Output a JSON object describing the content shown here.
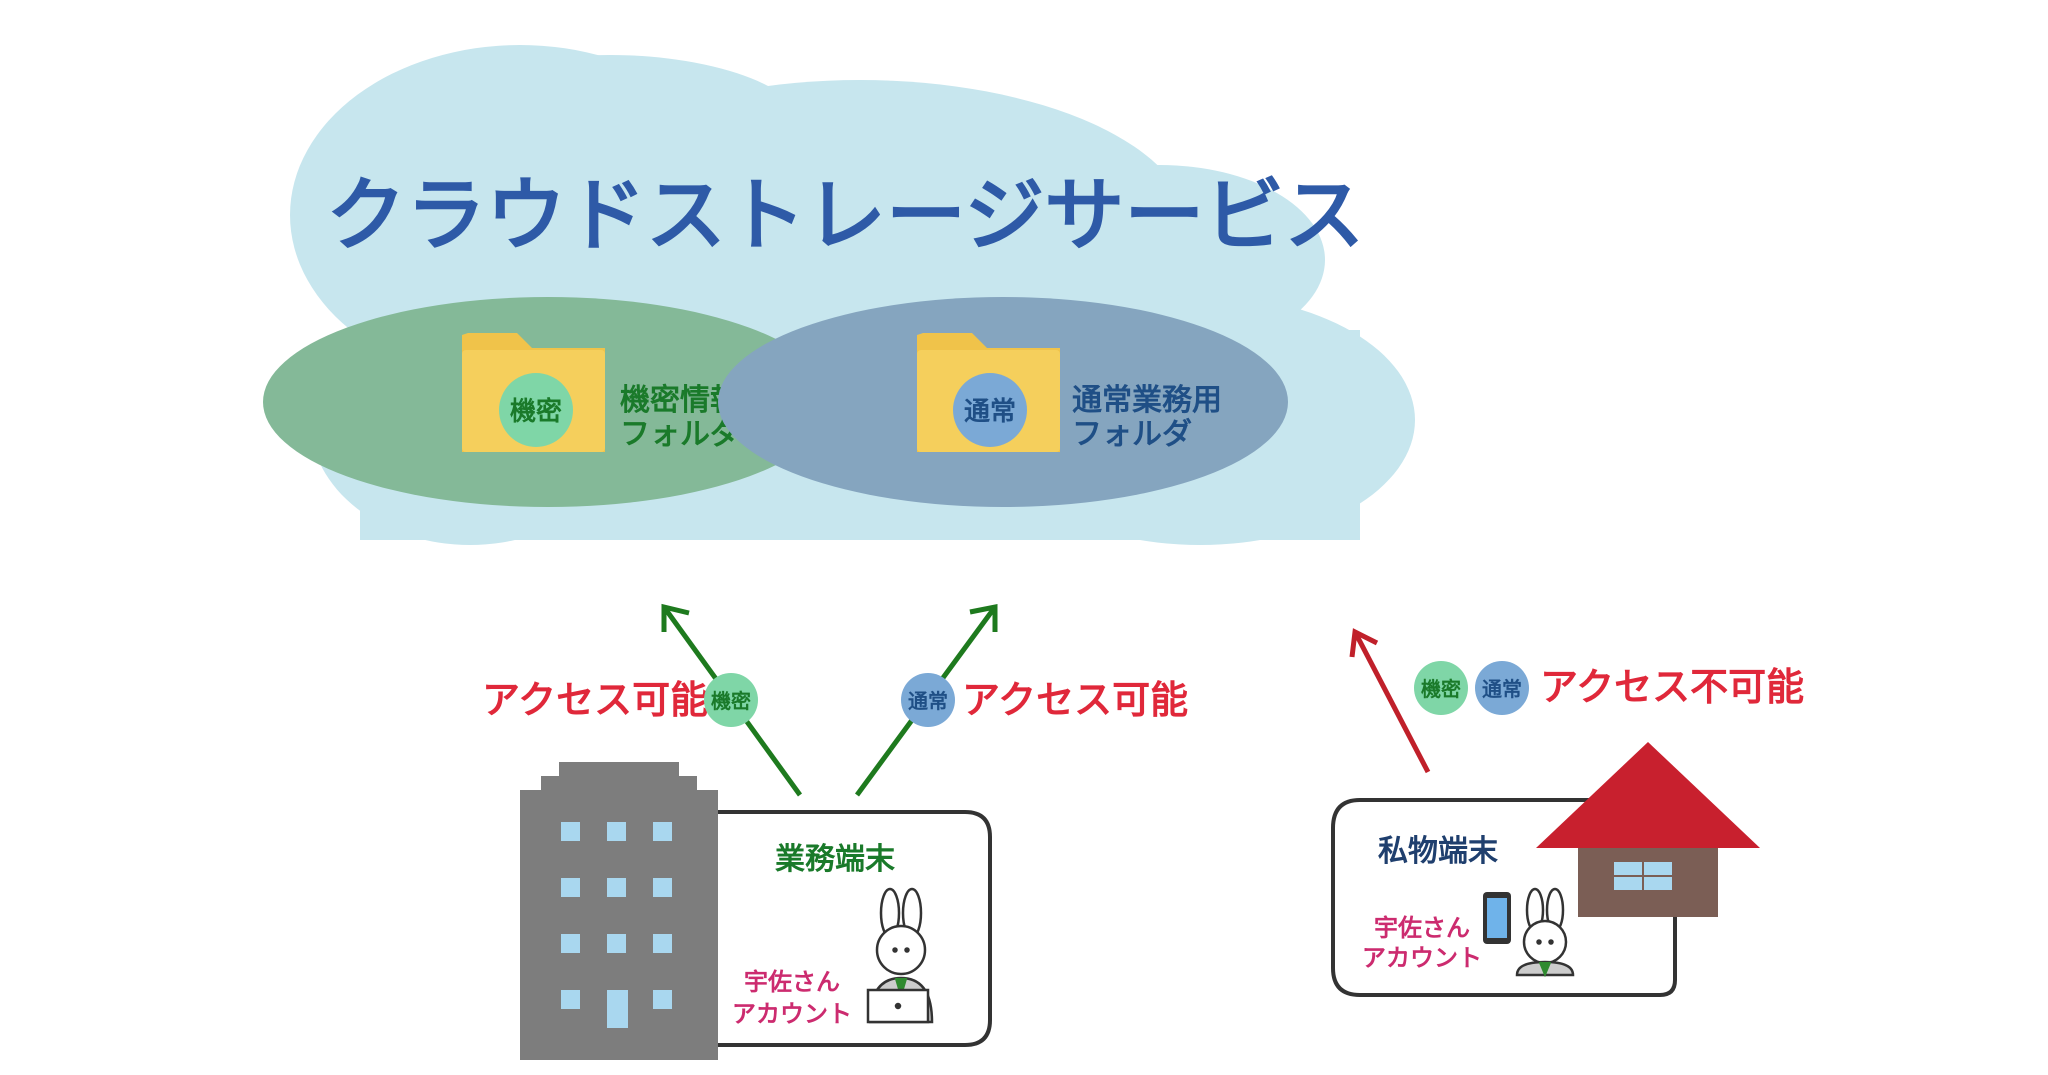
{
  "title": "クラウドストレージサービス",
  "folders": {
    "confidential": {
      "badge": "機密",
      "label_line1": "機密情報用",
      "label_line2": "フォルダ"
    },
    "normal": {
      "badge": "通常",
      "label_line1": "通常業務用",
      "label_line2": "フォルダ"
    }
  },
  "access": {
    "left": {
      "text": "アクセス可能",
      "badge": "機密"
    },
    "right": {
      "text": "アクセス可能",
      "badge": "通常"
    },
    "denied": {
      "text": "アクセス不可能",
      "badge1": "機密",
      "badge2": "通常"
    }
  },
  "work_device": {
    "label": "業務端末",
    "account_line1": "宇佐さん",
    "account_line2": "アカウント"
  },
  "private_device": {
    "label": "私物端末",
    "account_line1": "宇佐さん",
    "account_line2": "アカウント"
  },
  "colors": {
    "title": "#2e5aa7",
    "cloud": "#c7e6ee",
    "confidential_ellipse": "#84b998",
    "normal_ellipse": "#85a5bf",
    "confidential_badge": "#7fd6a7",
    "normal_badge": "#7ba9d6",
    "folder_label_green": "#1a7a2a",
    "folder_label_blue": "#1f4f86",
    "access_red": "#e0283a",
    "arrow_green": "#1e7a1e",
    "arrow_red": "#c0202a",
    "account_pink": "#cc2b6f",
    "building": "#7d7d7d",
    "window": "#a9d7ef",
    "house_roof": "#c8202e",
    "house_wall": "#7b5e55"
  }
}
